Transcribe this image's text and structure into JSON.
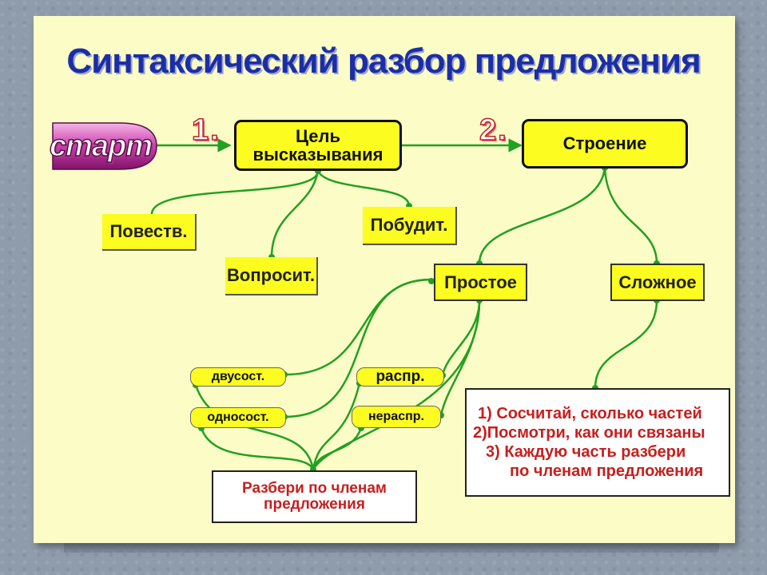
{
  "title": "Синтаксический разбор предложения",
  "start_label": "старт",
  "step_numbers": [
    "1.",
    "2."
  ],
  "nodes": {
    "goal": "Цель высказывания",
    "structure": "Строение",
    "narrative": "Повеств.",
    "interrogative": "Вопросит.",
    "imperative": "Побудит.",
    "simple": "Простое",
    "complex": "Сложное",
    "two_part": "двусост.",
    "one_part": "односост.",
    "extended": "распр.",
    "non_extended": "нераспр."
  },
  "parse_members_box": [
    "Разбери по членам",
    "предложения"
  ],
  "complex_steps": [
    "1) Сосчитай, сколько частей",
    "2)Посмотри, как они связаны",
    "3) Каждую часть   разбери",
    "по членам предложения"
  ],
  "colors": {
    "slide_background": "#fcfcc6",
    "node_yellow": "#fcfc20",
    "title_blue": "#1b2ea8",
    "connector_green": "#22a022",
    "accent_red": "#c81e1e",
    "start_magenta": "#cc3fae"
  }
}
